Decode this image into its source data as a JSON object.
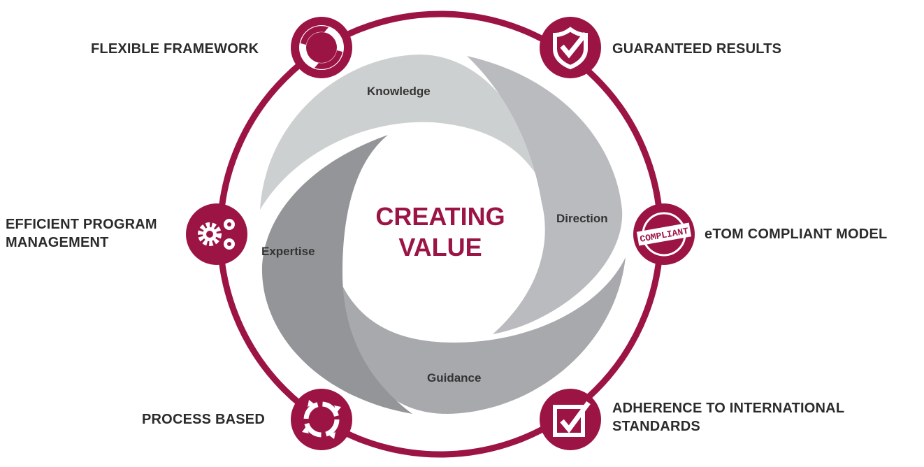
{
  "center": {
    "line1": "CREATING",
    "line2": "VALUE"
  },
  "blades": [
    {
      "label": "Knowledge",
      "color": "#cdd0d0"
    },
    {
      "label": "Direction",
      "color": "#b9bbbe"
    },
    {
      "label": "Guidance",
      "color": "#a7a9ac"
    },
    {
      "label": "Expertise",
      "color": "#939598"
    }
  ],
  "nodes": [
    {
      "label": "FLEXIBLE FRAMEWORK",
      "icon": "aperture-icon"
    },
    {
      "label": "GUARANTEED RESULTS",
      "icon": "shield-check-icon"
    },
    {
      "label_line1": "EFFICIENT PROGRAM",
      "label_line2": "MANAGEMENT",
      "icon": "gears-icon"
    },
    {
      "label": "eTOM COMPLIANT MODEL",
      "icon": "compliant-stamp-icon",
      "stamp_text": "COMPLIANT"
    },
    {
      "label": "PROCESS BASED",
      "icon": "cycle-arrows-icon"
    },
    {
      "label_line1": "ADHERENCE TO INTERNATIONAL",
      "label_line2": "STANDARDS",
      "icon": "checkbox-icon"
    }
  ],
  "colors": {
    "accent": "#9b1444"
  }
}
